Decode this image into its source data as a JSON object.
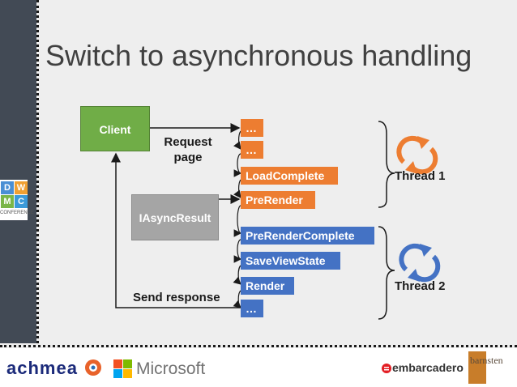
{
  "title": "Switch to asynchronous handling",
  "diagram": {
    "client": "Client",
    "request_label": "Request page",
    "iasync": "IAsyncResult",
    "send_response": "Send response",
    "stages": [
      "…",
      "…",
      "LoadComplete",
      "PreRender",
      "PreRenderComplete",
      "SaveViewState",
      "Render",
      "…"
    ],
    "thread1": "Thread 1",
    "thread2": "Thread 2"
  },
  "side_logo": {
    "letters": [
      "D",
      "W",
      "M",
      "C"
    ],
    "text": "CONFERENCE"
  },
  "sponsors": {
    "achmea": "achmea",
    "microsoft": "Microsoft",
    "embarcadero": "embarcadero",
    "barnsten": "barnsten"
  },
  "colors": {
    "orange": "#ed7d31",
    "blue": "#4472c4",
    "green": "#70ad47",
    "gray": "#a5a5a5",
    "arrow": "#1a1a1a"
  }
}
